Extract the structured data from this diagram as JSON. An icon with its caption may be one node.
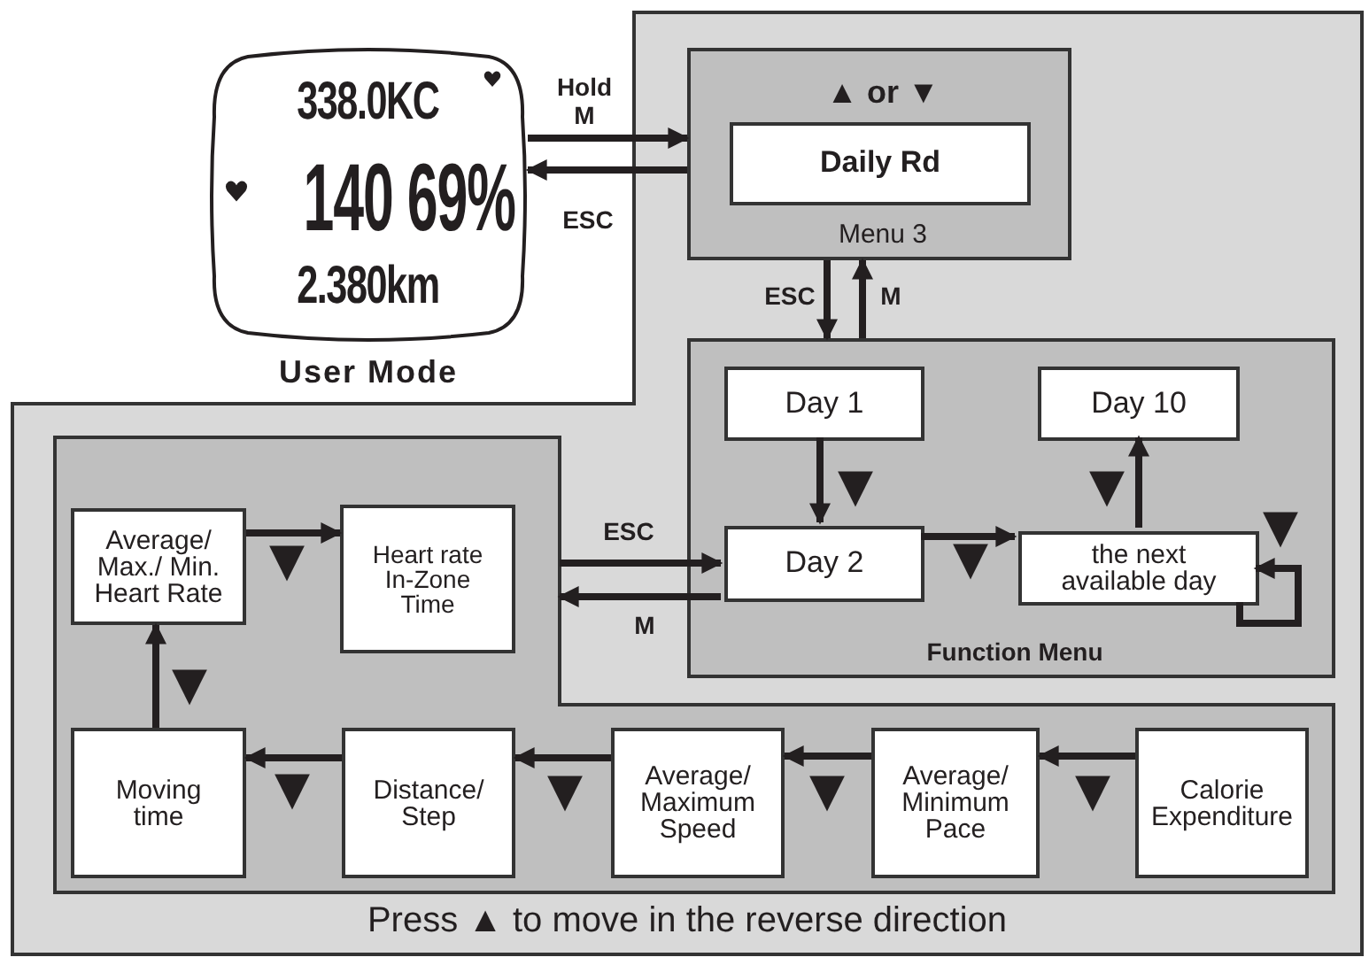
{
  "diagram": {
    "nodes": [
      {
        "text": [
          "338.0KC",
          "140 69%",
          "2.380km",
          "User Mode"
        ]
      },
      {
        "text": [
          "Press ▲ to move in the reverse direction"
        ]
      },
      {
        "text": [
          "▲ or ▼",
          "Menu 3"
        ],
        "in": 1
      },
      {
        "text": [
          "Daily Rd"
        ],
        "in": 2
      },
      {
        "text": [
          "Function Menu"
        ],
        "in": 1
      },
      {
        "text": [
          "Day 1"
        ],
        "in": 4
      },
      {
        "text": [
          "Day 10"
        ],
        "in": 4
      },
      {
        "text": [
          "Day 2"
        ],
        "in": 4
      },
      {
        "text": [
          "the next available day"
        ],
        "in": 4
      },
      {
        "text": [],
        "shape": "box",
        "in": 1
      },
      {
        "text": [
          "Average/ Max./ Min. Heart Rate"
        ],
        "in": 9
      },
      {
        "text": [
          "Heart rate In-Zone Time"
        ],
        "in": 9
      },
      {
        "text": [
          "Moving time"
        ],
        "in": 9
      },
      {
        "text": [
          "Distance/ Step"
        ],
        "in": 9
      },
      {
        "text": [
          "Average/ Maximum Speed"
        ],
        "in": 9
      },
      {
        "text": [
          "Average/ Minimum Pace"
        ],
        "in": 9
      },
      {
        "text": [
          "Calorie Expenditure"
        ],
        "in": 9
      }
    ],
    "edges": [
      {
        "from": 0,
        "to": 2,
        "arrow": "to",
        "label": "Hold M"
      },
      {
        "from": 2,
        "to": 0,
        "arrow": "to",
        "label": "ESC"
      },
      {
        "from": 2,
        "to": 4,
        "arrow": "to",
        "label": "ESC"
      },
      {
        "from": 4,
        "to": 2,
        "arrow": "to",
        "label": "M"
      },
      {
        "from": 5,
        "to": 7,
        "arrow": "to",
        "label": "▼"
      },
      {
        "from": 7,
        "to": 8,
        "arrow": "to",
        "label": "▼"
      },
      {
        "from": 8,
        "to": 6,
        "arrow": "to",
        "label": "▼"
      },
      {
        "from": 8,
        "to": 8,
        "arrow": "to",
        "label": "▼"
      },
      {
        "from": 9,
        "to": 7,
        "arrow": "to",
        "label": "ESC"
      },
      {
        "from": 7,
        "to": 9,
        "arrow": "to",
        "label": "M"
      },
      {
        "from": 10,
        "to": 11,
        "arrow": "to",
        "label": "▼"
      },
      {
        "from": 16,
        "to": 15,
        "arrow": "to",
        "label": "▼"
      },
      {
        "from": 15,
        "to": 14,
        "arrow": "to",
        "label": "▼"
      },
      {
        "from": 14,
        "to": 13,
        "arrow": "to",
        "label": "▼"
      },
      {
        "from": 13,
        "to": 12,
        "arrow": "to",
        "label": "▼"
      },
      {
        "from": 12,
        "to": 10,
        "arrow": "to",
        "label": "▼"
      }
    ]
  }
}
